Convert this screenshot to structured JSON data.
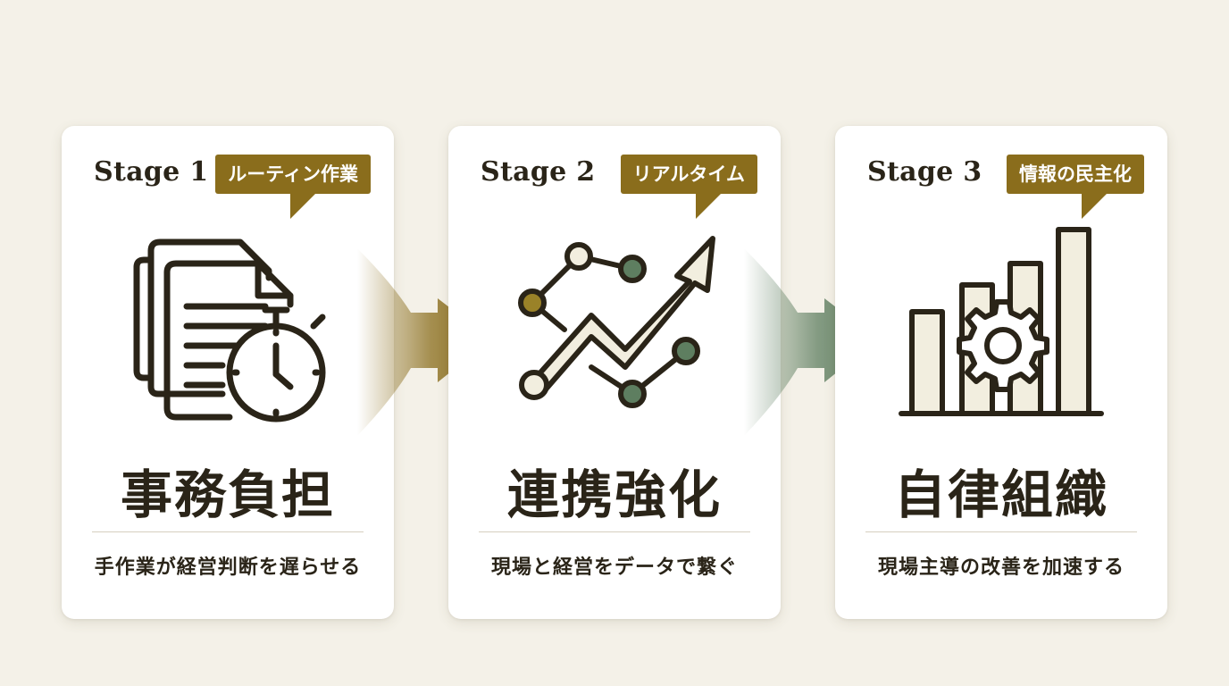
{
  "stages": [
    {
      "label": "Stage 1",
      "badge": "ルーティン作業",
      "title": "事務負担",
      "description": "手作業が経営判断を遅らせる",
      "icon": "documents-stopwatch-icon"
    },
    {
      "label": "Stage 2",
      "badge": "リアルタイム",
      "title": "連携強化",
      "description": "現場と経営をデータで繋ぐ",
      "icon": "network-trend-arrow-icon"
    },
    {
      "label": "Stage 3",
      "badge": "情報の民主化",
      "title": "自律組織",
      "description": "現場主導の改善を加速する",
      "icon": "bar-chart-gear-icon"
    }
  ],
  "colors": {
    "background": "#f4f1e8",
    "accent_gold": "#8a6d1c",
    "accent_green": "#5e7e60",
    "ink": "#2a2418",
    "node_olive": "#9a8228",
    "node_green": "#5e7e60",
    "node_light": "#f2eedf"
  }
}
